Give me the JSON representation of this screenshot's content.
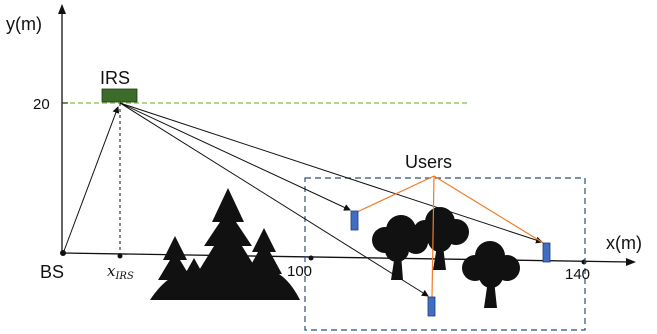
{
  "axes": {
    "y_label": "y(m)",
    "x_label": "x(m)",
    "y_tick": "20",
    "x_tick_1": "100",
    "x_tick_2": "140"
  },
  "labels": {
    "bs": "BS",
    "irs": "IRS",
    "users": "Users",
    "x_irs_main": "x",
    "x_irs_sub": "IRS"
  },
  "colors": {
    "axis": "#111111",
    "irs_fill": "#3d6b2c",
    "user_fill": "#3e6fc2",
    "guide_green": "#7dc243",
    "user_region": "#2e4f7a",
    "label_lines": "#f07c2c",
    "silhouette": "#111111"
  },
  "nodes": {
    "user_count": 3
  }
}
